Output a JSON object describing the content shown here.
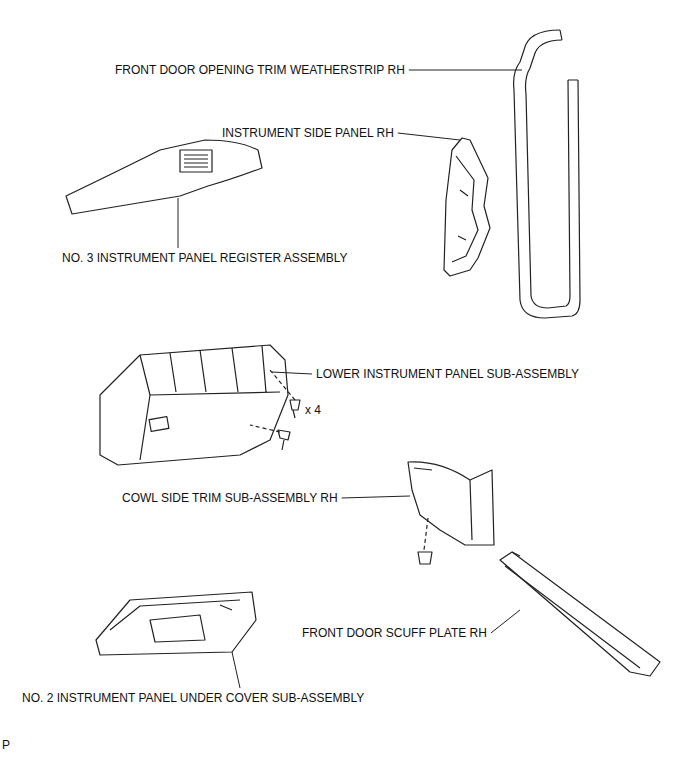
{
  "diagram": {
    "labels": [
      "FRONT DOOR OPENING TRIM WEATHERSTRIP RH",
      "INSTRUMENT SIDE PANEL RH",
      "NO. 3 INSTRUMENT PANEL REGISTER ASSEMBLY",
      "LOWER INSTRUMENT PANEL SUB-ASSEMBLY",
      "x 4",
      "COWL SIDE TRIM SUB-ASSEMBLY RH",
      "FRONT DOOR SCUFF PLATE RH",
      "NO. 2 INSTRUMENT PANEL UNDER COVER SUB-ASSEMBLY",
      "P"
    ]
  }
}
